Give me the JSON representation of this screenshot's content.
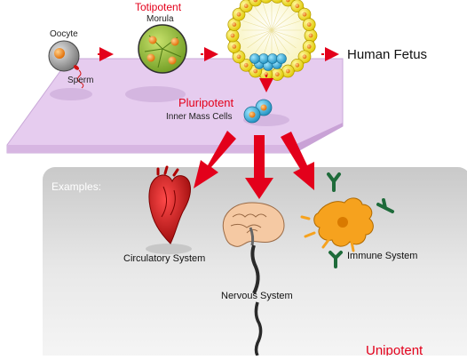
{
  "labels": {
    "oocyte": "Oocyte",
    "sperm": "Sperm",
    "totipotent": "Totipotent",
    "morula": "Morula",
    "human_fetus": "Human Fetus",
    "pluripotent": "Pluripotent",
    "inner_mass_cells": "Inner Mass Cells",
    "examples": "Examples:",
    "circulatory_system": "Circulatory System",
    "nervous_system": "Nervous System",
    "immune_system": "Immune System",
    "unipotent": "Unipotent"
  },
  "colors": {
    "stage_accent": "#e3001b",
    "arrow_red": "#e3001b",
    "plane_fill": "#e3c8ee",
    "panel_gray": "#d6d6d6",
    "cell_yellow": "#f2e400",
    "cell_orange": "#f29a1c",
    "inner_cell_blue": "#3fb0d8",
    "morula_green": "#9bc43a",
    "heart_red": "#d4141c",
    "neuron_orange": "#f6a21e",
    "antibody_green": "#1e6b3a"
  },
  "icons": [
    "oocyte-icon",
    "sperm-icon",
    "morula-icon",
    "blastocyst-icon",
    "inner-mass-cells-icon",
    "heart-icon",
    "brain-icon",
    "spinal-cord-icon",
    "immune-cell-icon",
    "antibody-icon"
  ]
}
